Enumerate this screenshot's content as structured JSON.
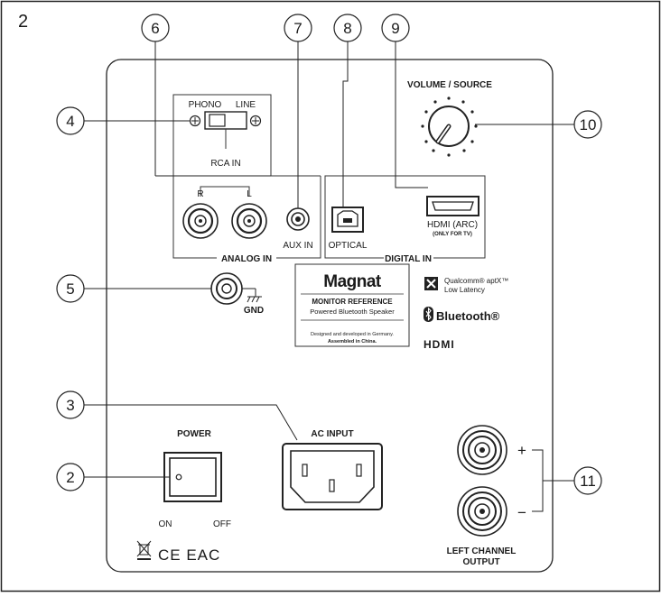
{
  "figure_number": "2",
  "callouts": [
    "2",
    "3",
    "4",
    "5",
    "6",
    "7",
    "8",
    "9",
    "10",
    "11"
  ],
  "labels": {
    "phono": "PHONO",
    "line": "LINE",
    "rca_in": "RCA IN",
    "r": "R",
    "l": "L",
    "aux_in": "AUX IN",
    "analog_in": "ANALOG IN",
    "optical": "OPTICAL",
    "digital_in": "DIGITAL IN",
    "hdmi_arc": "HDMI (ARC)",
    "only_for_tv": "(ONLY FOR TV)",
    "volume_source": "VOLUME / SOURCE",
    "gnd": "GND",
    "power": "POWER",
    "on": "ON",
    "off": "OFF",
    "ac_input": "AC INPUT",
    "plus": "+",
    "minus": "−",
    "left_channel_line1": "LEFT CHANNEL",
    "left_channel_line2": "OUTPUT"
  },
  "brand_plate": {
    "logo": "Magnat",
    "model": "MONITOR REFERENCE",
    "subtitle": "Powered Bluetooth Speaker",
    "designed": "Designed and developed in Germany.",
    "assembled": "Assembled in China."
  },
  "logos": {
    "aptx_line1": "Qualcomm® aptX™",
    "aptx_line2": "Low Latency",
    "bluetooth": "Bluetooth®",
    "hdmi": "HDMI"
  },
  "compliance_marks": "CE EAC"
}
